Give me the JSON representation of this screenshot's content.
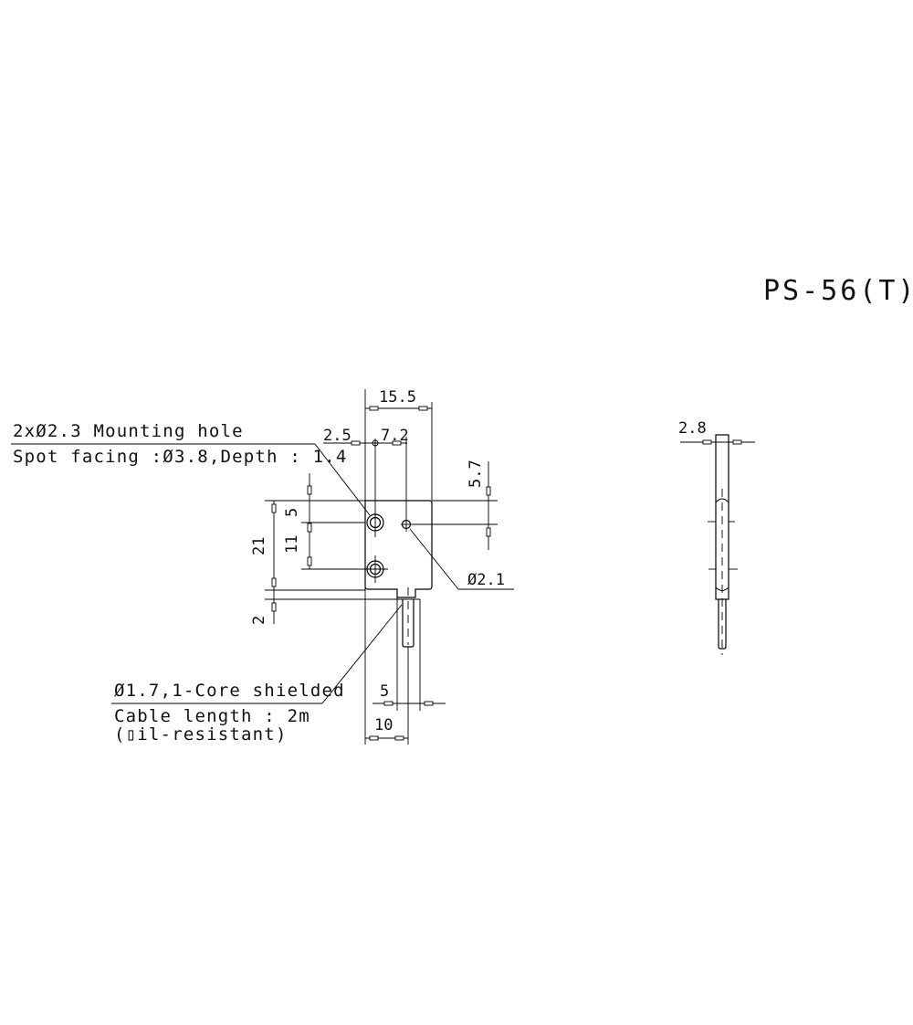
{
  "drawing": {
    "model": "PS-56(T)",
    "front_view": {
      "dimensions": {
        "width_total": "15.5",
        "hole_offset_x": "2.5",
        "hole_pitch_x": "7.2",
        "hole_offset_y_right": "5.7",
        "hole_offset_y_top": "5",
        "hole_pitch_y": "11",
        "height_total": "21",
        "cable_step": "2",
        "cable_width": "5",
        "cable_offset": "10",
        "small_hole": "Ø2.1"
      },
      "callouts": {
        "mounting_hole_line1": "2xØ2.3 Mounting hole",
        "mounting_hole_line2": "Spot facing :Ø3.8,Depth : 1.4",
        "cable_line1": "Ø1.7,1-Core shielded",
        "cable_line2": "Cable length : 2m",
        "cable_line3": "(▯il-resistant)"
      }
    },
    "side_view": {
      "dimensions": {
        "thickness": "2.8"
      }
    }
  }
}
